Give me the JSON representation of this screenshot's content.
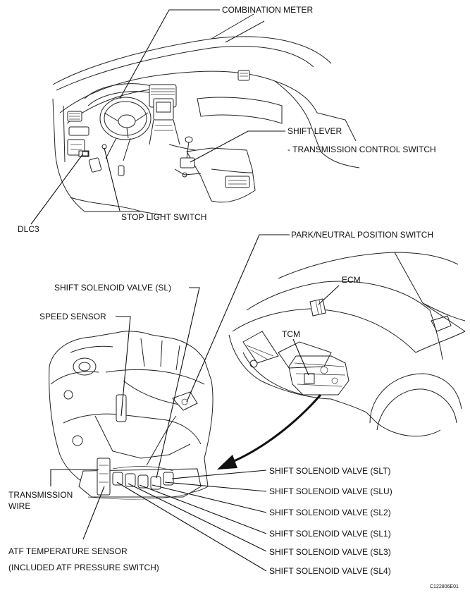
{
  "labels": {
    "combination_meter": "COMBINATION METER",
    "shift_lever": "SHIFT LEVER",
    "transmission_control_switch": "- TRANSMISSION CONTROL SWITCH",
    "stop_light_switch": "STOP LIGHT SWITCH",
    "dlc3": "DLC3",
    "park_neutral_position_switch": "PARK/NEUTRAL POSITION SWITCH",
    "shift_solenoid_valve_sl": "SHIFT SOLENOID VALVE (SL)",
    "ecm": "ECM",
    "speed_sensor": "SPEED SENSOR",
    "tcm": "TCM",
    "shift_solenoid_valve_slt": "SHIFT SOLENOID VALVE (SLT)",
    "transmission_wire_line1": "TRANSMISSION",
    "transmission_wire_line2": "WIRE",
    "shift_solenoid_valve_slu": "SHIFT SOLENOID VALVE (SLU)",
    "shift_solenoid_valve_sl2": "SHIFT SOLENOID VALVE (SL2)",
    "shift_solenoid_valve_sl1": "SHIFT SOLENOID VALVE (SL1)",
    "atf_temperature_sensor": "ATF TEMPERATURE SENSOR",
    "shift_solenoid_valve_sl3": "SHIFT SOLENOID VALVE (SL3)",
    "included_atf_pressure_switch": "(INCLUDED ATF PRESSURE SWITCH)",
    "shift_solenoid_valve_sl4": "SHIFT SOLENOID VALVE (SL4)"
  },
  "figure_code": "C122806E01"
}
